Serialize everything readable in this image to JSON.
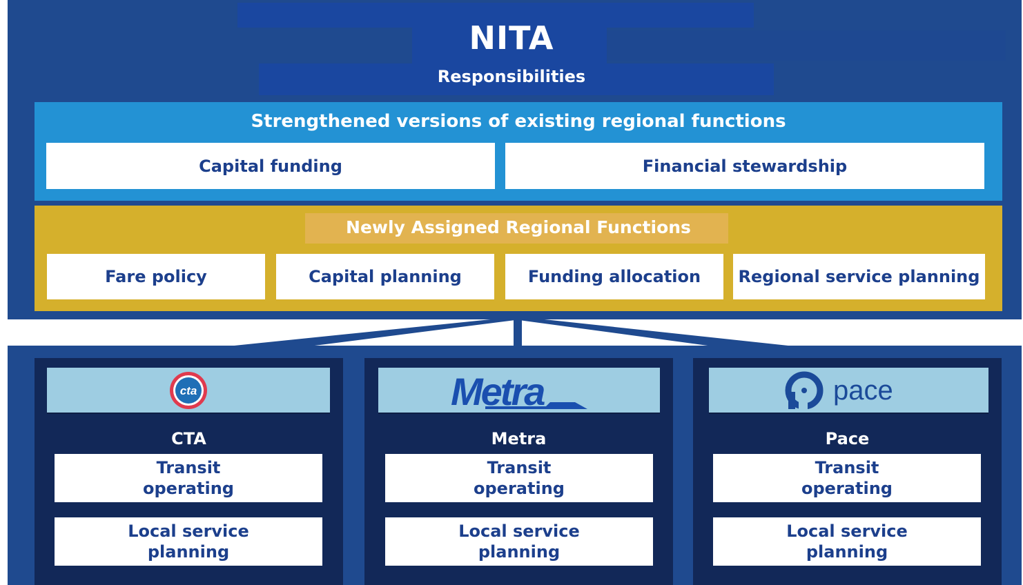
{
  "header": {
    "title": "NITA",
    "subtitle": "Responsibilities"
  },
  "strengthened": {
    "title": "Strengthened versions of existing regional functions",
    "items": [
      "Capital funding",
      "Financial stewardship"
    ]
  },
  "new_functions": {
    "title": "Newly Assigned Regional Functions",
    "items": [
      "Fare policy",
      "Capital planning",
      "Funding allocation",
      "Regional service planning"
    ]
  },
  "agencies": [
    {
      "name": "CTA",
      "logo_text": "cta",
      "roles": [
        "Transit\noperating",
        "Local service\nplanning"
      ]
    },
    {
      "name": "Metra",
      "logo_text": "Metra",
      "roles": [
        "Transit\noperating",
        "Local service\nplanning"
      ]
    },
    {
      "name": "Pace",
      "logo_text": "pace",
      "roles": [
        "Transit\noperating",
        "Local service\nplanning"
      ]
    }
  ],
  "colors": {
    "panel": "#1f4a8f",
    "strengthened_band": "#2392d4",
    "new_band": "#d5b02c",
    "agency_panel": "#122858",
    "logo_bg": "#9ecde2",
    "text_blue": "#1c3f8c",
    "cta_red": "#e03a4e",
    "cta_blue": "#1f6fb6",
    "metra_blue": "#1a4faf",
    "pace_blue": "#1b4a99"
  }
}
